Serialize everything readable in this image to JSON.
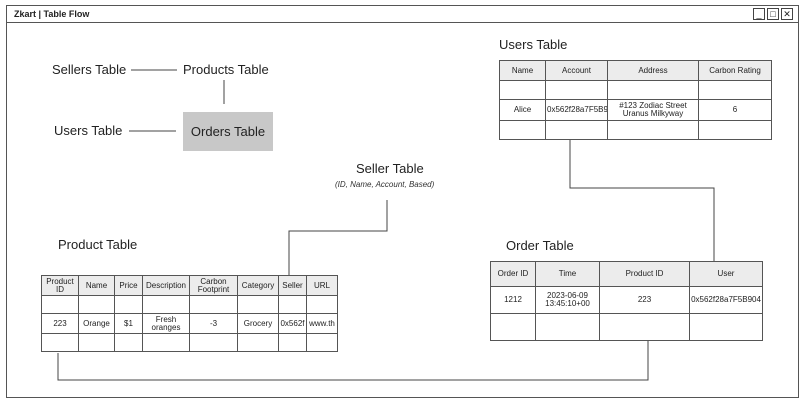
{
  "window": {
    "title": "Zkart | Table Flow",
    "minimize": "_",
    "maximize": "□",
    "close": "✕"
  },
  "overview": {
    "sellers_table": "Sellers Table",
    "products_table": "Products Table",
    "users_table": "Users Table",
    "orders_table": "Orders Table"
  },
  "users": {
    "title": "Users Table",
    "headers": [
      "Name",
      "Account",
      "Address",
      "Carbon Rating"
    ],
    "row": [
      "Alice",
      "0x562f28a7F5B9",
      "#123 Zodiac Street Uranus Milkyway",
      "6"
    ]
  },
  "seller": {
    "title": "Seller Table",
    "subtitle": "(ID, Name, Account, Based)"
  },
  "product": {
    "title": "Product Table",
    "headers": [
      "Product ID",
      "Name",
      "Price",
      "Description",
      "Carbon Footprint",
      "Category",
      "Seller",
      "URL"
    ],
    "row": [
      "223",
      "Orange",
      "$1",
      "Fresh oranges",
      "-3",
      "Grocery",
      "0x562f",
      "www.th"
    ]
  },
  "order": {
    "title": "Order Table",
    "headers": [
      "Order ID",
      "Time",
      "Product ID",
      "User"
    ],
    "row": [
      "1212",
      "2023-06-09 13:45:10+00",
      "223",
      "0x562f28a7F5B904"
    ]
  }
}
